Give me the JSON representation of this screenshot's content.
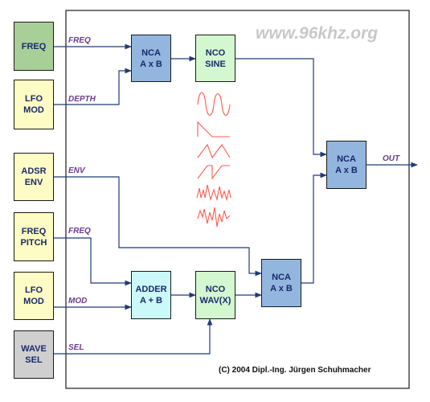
{
  "colors": {
    "input_green": "#a9cf98",
    "input_yellow": "#fdfcc4",
    "input_gray": "#cfcfcf",
    "nca_blue": "#92b6de",
    "nco_green": "#d3f7cf",
    "adder_cyan": "#cbf9fa",
    "wire": "#1f3a78",
    "label": "#6a3a8e",
    "wave": "#ff5a50"
  },
  "inputs": {
    "freq": [
      "FREQ"
    ],
    "lfo_mod_1": [
      "LFO",
      "MOD"
    ],
    "adsr_env": [
      "ADSR",
      "ENV"
    ],
    "freq_pitch": [
      "FREQ",
      "PITCH"
    ],
    "lfo_mod_2": [
      "LFO",
      "MOD"
    ],
    "wave_sel": [
      "WAVE",
      "SEL"
    ]
  },
  "modules": {
    "nca_top": [
      "NCA",
      "A x B"
    ],
    "nco_sine": [
      "NCO",
      "SINE"
    ],
    "nca_out": [
      "NCA",
      "A x B"
    ],
    "adder": [
      "ADDER",
      "A + B"
    ],
    "nco_wav": [
      "NCO",
      "WAV(X)"
    ],
    "nca_bottom": [
      "NCA",
      "A x B"
    ]
  },
  "signal_labels": {
    "freq": "FREQ",
    "depth": "DEPTH",
    "env": "ENV",
    "freq_pitch": "FREQ",
    "mod": "MOD",
    "sel": "SEL",
    "out": "OUT"
  },
  "waveform_icons": [
    "sine-wave-icon",
    "ramp-wave-icon",
    "sawtooth-wave-icon",
    "pulse-ramp-wave-icon",
    "complex-wave-icon",
    "noisy-complex-wave-icon"
  ],
  "watermark": "www.96khz.org",
  "copyright": "(C) 2004 Dipl.-Ing. Jürgen Schuhmacher"
}
